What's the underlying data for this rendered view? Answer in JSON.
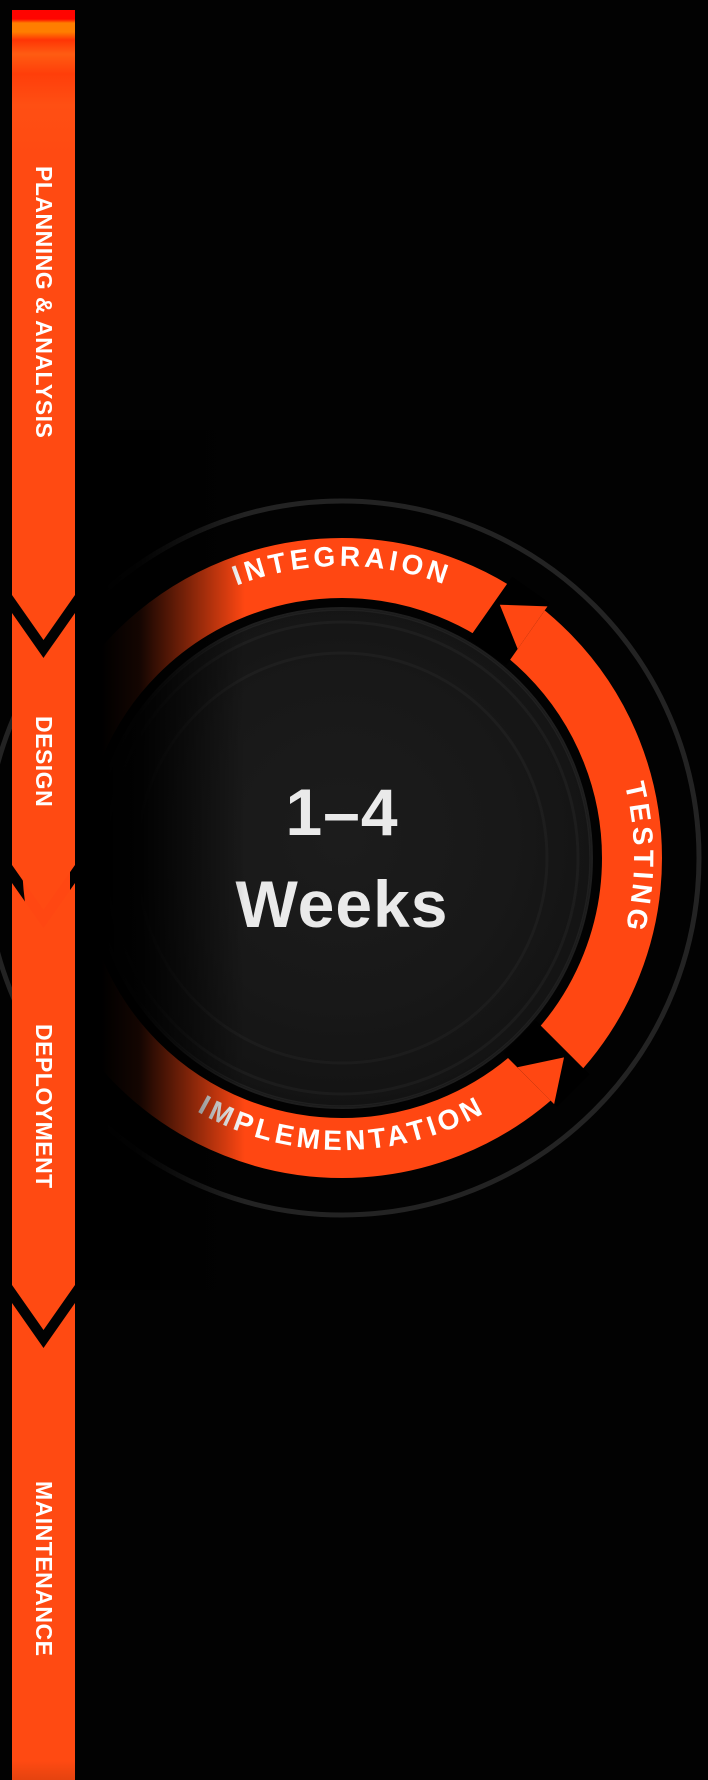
{
  "timeline": {
    "segments": [
      {
        "id": "planning",
        "label": "PLANNING & ANALYSIS"
      },
      {
        "id": "design",
        "label": "DESIGN"
      },
      {
        "id": "deployment",
        "label": "DEPLOYMENT"
      },
      {
        "id": "maintenance",
        "label": "MAINTENANCE"
      }
    ]
  },
  "cycle": {
    "phases": [
      {
        "label": "INTEGRAION",
        "position": "top"
      },
      {
        "label": "TESTING",
        "position": "right"
      },
      {
        "label": "IMPLEMENTATION",
        "position": "bottom"
      }
    ],
    "center": {
      "line1": "1–4",
      "line2": "Weeks"
    },
    "direction": "counterclockwise"
  },
  "colors": {
    "background": "#020202",
    "bar_orange": "#FF4A12",
    "ring_orange": "#FF4712",
    "top_stripe_red": "#FF0400",
    "label_text": "#FFFFFF",
    "center_text": "#EAEAEA",
    "inner_circle": "#161616",
    "outline_ring": "#232323"
  }
}
